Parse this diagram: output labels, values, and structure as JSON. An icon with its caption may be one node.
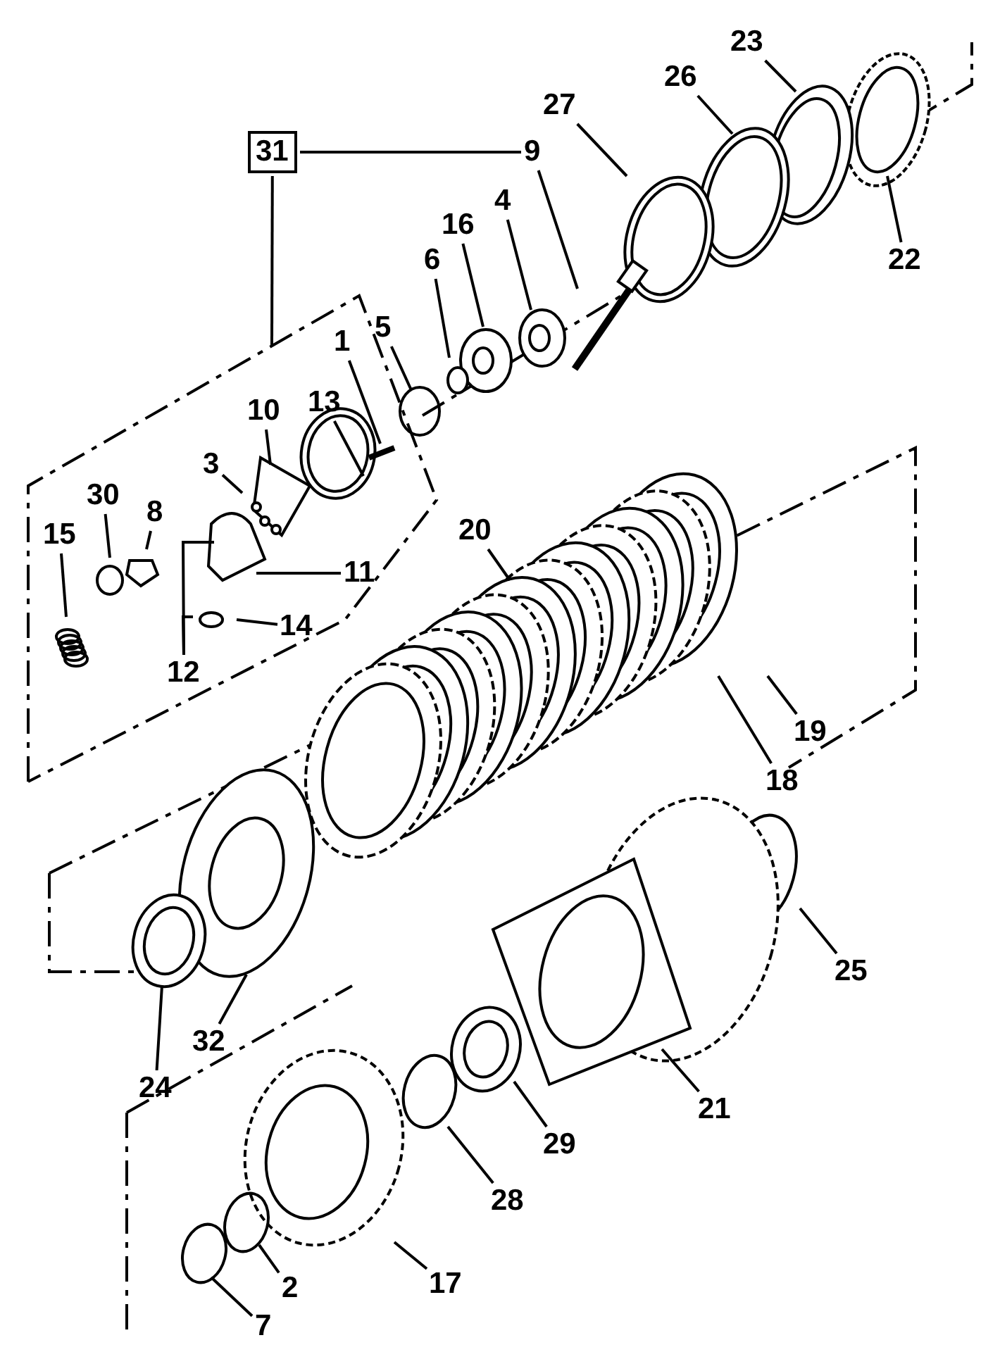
{
  "diagram": {
    "nodes": [
      {
        "text": [
          "31"
        ]
      },
      {
        "text": [
          "9"
        ]
      },
      {
        "text": [
          "23"
        ]
      },
      {
        "text": [
          "26"
        ]
      },
      {
        "text": [
          "27"
        ]
      },
      {
        "text": [
          "22"
        ]
      },
      {
        "text": [
          "4"
        ]
      },
      {
        "text": [
          "16"
        ]
      },
      {
        "text": [
          "6"
        ]
      },
      {
        "text": [
          "5"
        ]
      },
      {
        "text": [
          "1"
        ]
      },
      {
        "text": [
          "13"
        ]
      },
      {
        "text": [
          "10"
        ]
      },
      {
        "text": [
          "3"
        ]
      },
      {
        "text": [
          "30"
        ]
      },
      {
        "text": [
          "8"
        ]
      },
      {
        "text": [
          "15"
        ]
      },
      {
        "text": [
          "11"
        ]
      },
      {
        "text": [
          "12"
        ]
      },
      {
        "text": [
          "14"
        ]
      },
      {
        "text": [
          "20"
        ]
      },
      {
        "text": [
          "19"
        ]
      },
      {
        "text": [
          "18"
        ]
      },
      {
        "text": [
          "24"
        ]
      },
      {
        "text": [
          "32"
        ]
      },
      {
        "text": [
          "25"
        ]
      },
      {
        "text": [
          "21"
        ]
      },
      {
        "text": [
          "29"
        ]
      },
      {
        "text": [
          "28"
        ]
      },
      {
        "text": [
          "17"
        ]
      },
      {
        "text": [
          "2"
        ]
      },
      {
        "text": [
          "7"
        ]
      }
    ],
    "edges": [
      {
        "from": 0,
        "to": 1,
        "arrow": "none"
      },
      {
        "from": 0,
        "to": null,
        "arrow": "none"
      },
      {
        "from": 1,
        "to": null,
        "arrow": "none"
      },
      {
        "from": 2,
        "to": null,
        "arrow": "none"
      },
      {
        "from": 3,
        "to": null,
        "arrow": "none"
      },
      {
        "from": 4,
        "to": null,
        "arrow": "none"
      },
      {
        "from": 5,
        "to": null,
        "arrow": "none"
      },
      {
        "from": 6,
        "to": null,
        "arrow": "none"
      },
      {
        "from": 7,
        "to": null,
        "arrow": "none"
      },
      {
        "from": 8,
        "to": null,
        "arrow": "none"
      },
      {
        "from": 9,
        "to": null,
        "arrow": "none"
      },
      {
        "from": 10,
        "to": null,
        "arrow": "none"
      },
      {
        "from": 11,
        "to": null,
        "arrow": "none"
      },
      {
        "from": 12,
        "to": null,
        "arrow": "none"
      },
      {
        "from": 13,
        "to": null,
        "arrow": "none"
      },
      {
        "from": 14,
        "to": null,
        "arrow": "none"
      },
      {
        "from": 15,
        "to": null,
        "arrow": "none"
      },
      {
        "from": 16,
        "to": null,
        "arrow": "none"
      },
      {
        "from": 17,
        "to": null,
        "arrow": "none"
      },
      {
        "from": 18,
        "to": null,
        "arrow": "none"
      },
      {
        "from": 18,
        "to": null,
        "arrow": "none"
      },
      {
        "from": 19,
        "to": null,
        "arrow": "none"
      },
      {
        "from": 20,
        "to": null,
        "arrow": "none"
      },
      {
        "from": 21,
        "to": null,
        "arrow": "none"
      },
      {
        "from": 22,
        "to": null,
        "arrow": "none"
      },
      {
        "from": 23,
        "to": null,
        "arrow": "none"
      },
      {
        "from": 24,
        "to": null,
        "arrow": "none"
      },
      {
        "from": 25,
        "to": null,
        "arrow": "none"
      },
      {
        "from": 26,
        "to": null,
        "arrow": "none"
      },
      {
        "from": 27,
        "to": null,
        "arrow": "none"
      },
      {
        "from": 28,
        "to": null,
        "arrow": "none"
      },
      {
        "from": 29,
        "to": null,
        "arrow": "none"
      },
      {
        "from": 30,
        "to": null,
        "arrow": "none"
      },
      {
        "from": 31,
        "to": null,
        "arrow": "none"
      }
    ]
  }
}
